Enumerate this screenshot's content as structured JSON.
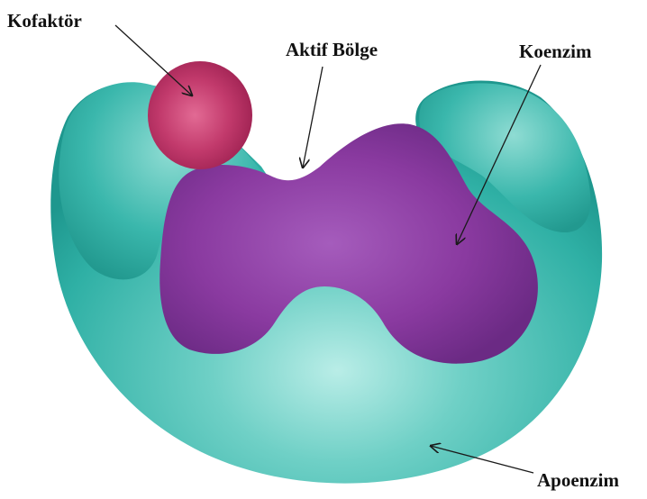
{
  "labels": {
    "cofactor": "Kofaktör",
    "active_site": "Aktif Bölge",
    "coenzyme": "Koenzim",
    "apoenzyme": "Apoenzim"
  },
  "colors": {
    "apoenzyme": "#3fb8ad",
    "apoenzyme_dark": "#1f9c93",
    "apoenzyme_light": "#a8e6e0",
    "coenzyme": "#8a3aa0",
    "coenzyme_dark": "#6b2a84",
    "coenzyme_light": "#b070c4",
    "cofactor": "#b0285a",
    "cofactor_light": "#e06a92",
    "text": "#111111"
  }
}
